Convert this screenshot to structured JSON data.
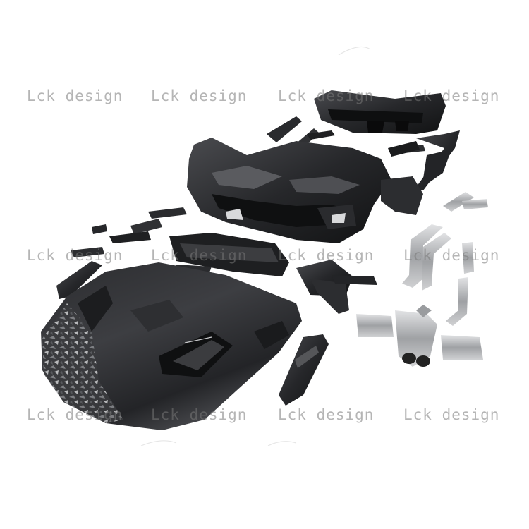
{
  "watermark": {
    "text": "Lck design",
    "color": "#8a8a8a"
  },
  "colors": {
    "carbon_dark": "#1c1c1e",
    "carbon_mid": "#3a3b3e",
    "carbon_light": "#6a6c70",
    "chrome": "#b9bbbe",
    "chrome_dark": "#7d7f82",
    "background": "#ffffff"
  },
  "parts": [
    "rear-diffuser",
    "front-bumper",
    "side-skirts",
    "trim-pieces",
    "hood",
    "grille-panel",
    "canards",
    "exhaust-pipes",
    "exhaust-mufflers",
    "small-trim-panel"
  ]
}
